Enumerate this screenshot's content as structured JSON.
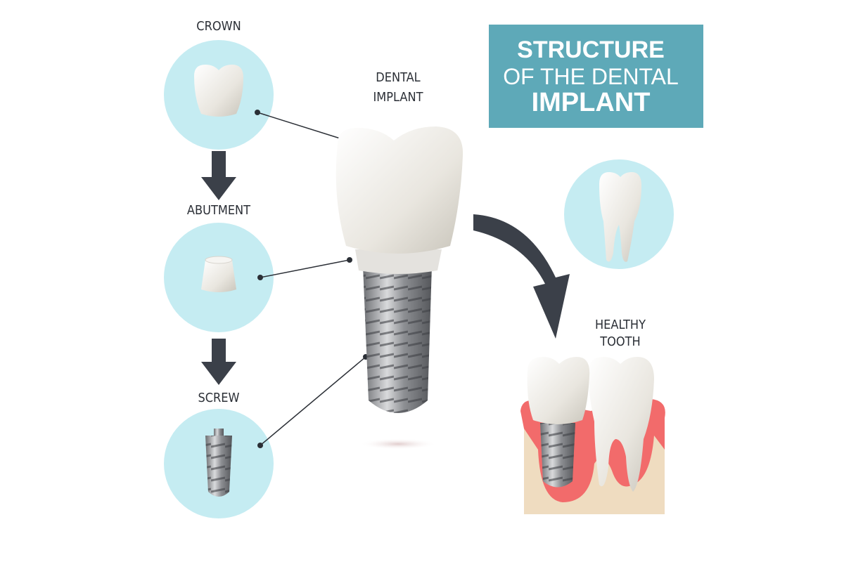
{
  "title": {
    "line1": "STRUCTURE",
    "line2": "OF THE DENTAL",
    "line3": "IMPLANT"
  },
  "labels": {
    "crown": "CROWN",
    "abutment": "ABUTMENT",
    "screw": "SCREW",
    "implant_line1": "DENTAL",
    "implant_line2": "IMPLANT",
    "healthy_line1": "HEALTHY",
    "healthy_line2": "TOOTH"
  },
  "colors": {
    "title_bg": "#5ea9b8",
    "circle": "#c5ecf2",
    "arrow": "#3b4049",
    "gum": "#f26b6b",
    "bone": "#efdcc0"
  }
}
